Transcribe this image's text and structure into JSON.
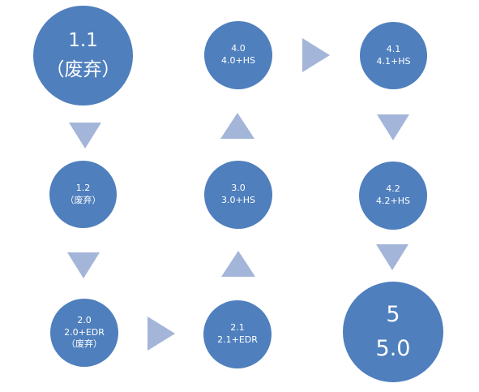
{
  "nodes": {
    "v1_1": {
      "line1": "1.1",
      "line2": "（废弃）"
    },
    "v1_2": {
      "line1": "1.2",
      "line2": "（废弃）"
    },
    "v2_0": {
      "line1": "2.0",
      "line2": "2.0+EDR",
      "line3": "（废弃）"
    },
    "v2_1": {
      "line1": "2.1",
      "line2": "2.1+EDR"
    },
    "v3_0": {
      "line1": "3.0",
      "line2": "3.0+HS"
    },
    "v4_0": {
      "line1": "4.0",
      "line2": "4.0+HS"
    },
    "v4_1": {
      "line1": "4.1",
      "line2": "4.1+HS"
    },
    "v4_2": {
      "line1": "4.2",
      "line2": "4.2+HS"
    },
    "v5": {
      "line1": "5",
      "line2": "5.0"
    }
  },
  "colors": {
    "node_fill": "#4f7fbd",
    "arrow_fill": "#a3b5d8",
    "text": "#ffffff"
  }
}
